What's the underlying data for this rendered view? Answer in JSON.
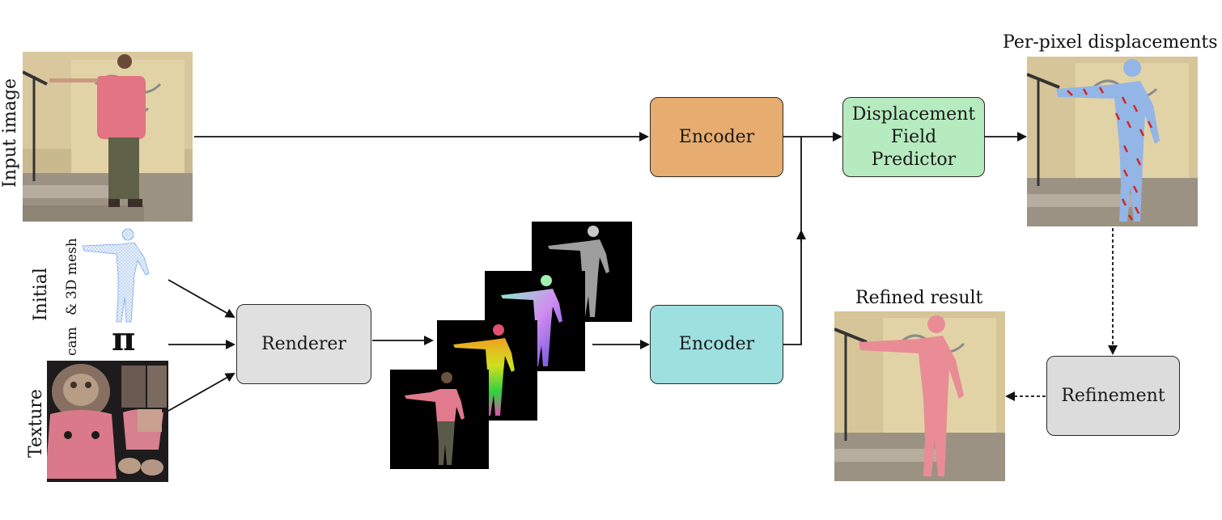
{
  "labels": {
    "input_image": "Input image",
    "initial": "Initial",
    "cam": "cam",
    "amp": "&",
    "mesh": "3D mesh",
    "pi": "π",
    "texture": "Texture",
    "per_pixel": "Per-pixel displacements",
    "refined": "Refined result"
  },
  "boxes": {
    "encoder_top": "Encoder",
    "encoder_bottom": "Encoder",
    "renderer": "Renderer",
    "displacement_1": "Displacement",
    "displacement_2": "Field",
    "displacement_3": "Predictor",
    "refinement": "Refinement"
  },
  "colors": {
    "encoder_top": "#e7ad70",
    "encoder_bottom": "#9ee0e0",
    "renderer": "#e0e0e0",
    "displacement": "#b6ebbf",
    "refinement": "#dcdcdc"
  }
}
